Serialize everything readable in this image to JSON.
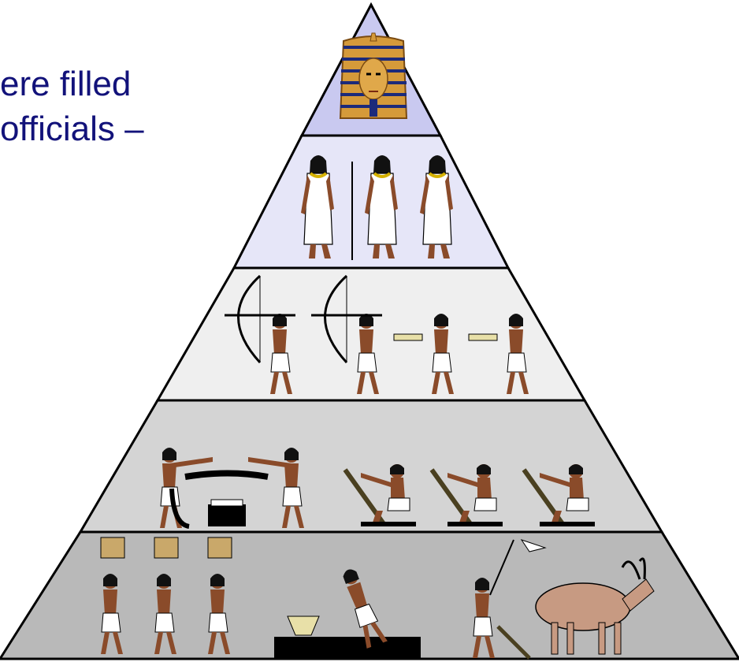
{
  "slide": {
    "text_lines": [
      "ere filled",
      "officials –"
    ],
    "text_color": "#12127a"
  },
  "pyramid": {
    "tiers": [
      {
        "name": "pharaoh",
        "fill": "#c9c9f0",
        "figures": [
          "pharaoh-mask"
        ]
      },
      {
        "name": "nobles-officials",
        "fill": "#e6e6f8",
        "figures": [
          "noble",
          "official",
          "priestess"
        ]
      },
      {
        "name": "soldiers-scribes",
        "fill": "#efefef",
        "figures": [
          "archer",
          "archer",
          "scribe",
          "scribe"
        ]
      },
      {
        "name": "craftsmen",
        "fill": "#d4d4d4",
        "figures": [
          "craftsman",
          "craftsman",
          "rower",
          "rower",
          "rower"
        ]
      },
      {
        "name": "laborers-farmers",
        "fill": "#b9b9b9",
        "figures": [
          "porter",
          "porter",
          "porter",
          "miller",
          "plowman",
          "ox"
        ]
      }
    ],
    "skin_color": "#8a4b2a",
    "cloth_color": "#ffffff",
    "outline_color": "#000000"
  }
}
